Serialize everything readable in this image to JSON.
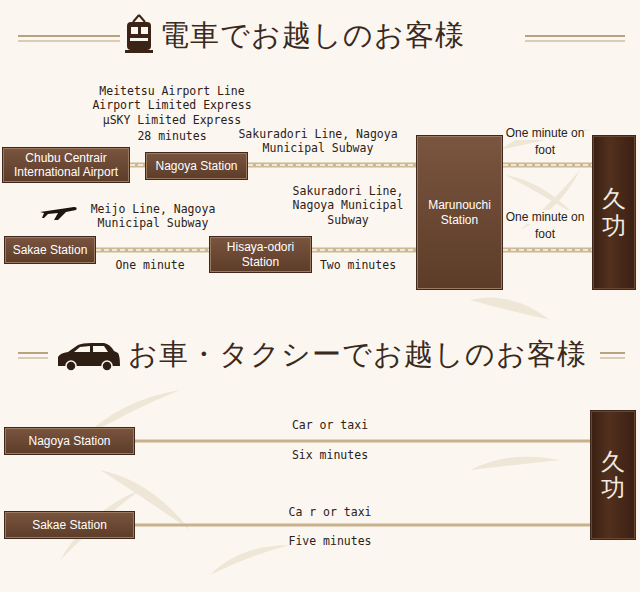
{
  "diagram": {
    "title": "電車でお越しのお客様",
    "nodes": [
      {
        "text": [
          "Chubu Centrair International Airport"
        ]
      },
      {
        "text": [
          "Nagoya Station"
        ]
      },
      {
        "text": [
          "Sakae Station"
        ]
      },
      {
        "text": [
          "Hisaya-odori Station"
        ]
      },
      {
        "text": [
          "Marunouchi Station"
        ]
      },
      {
        "text": [
          "久功"
        ]
      },
      {
        "text": [
          "Nagoya Station"
        ]
      },
      {
        "text": [
          "Sakae Station"
        ]
      },
      {
        "text": [
          "久功"
        ]
      }
    ],
    "edges": [
      {
        "from": 0,
        "to": 1,
        "arrow": "none",
        "label": "28 minutes"
      },
      {
        "from": 1,
        "to": 4,
        "arrow": "none",
        "label": "Sakuradori Line, Nagoya Municipal Subway"
      },
      {
        "from": 4,
        "to": 5,
        "arrow": "none",
        "label": "One minute on foot"
      },
      {
        "from": 2,
        "to": 3,
        "arrow": "none",
        "label": "One minute"
      },
      {
        "from": 3,
        "to": 4,
        "arrow": "none",
        "label": "Two minutes"
      },
      {
        "from": 4,
        "to": 5,
        "arrow": "none",
        "label": "One minute on foot"
      },
      {
        "from": 6,
        "to": 8,
        "arrow": "none",
        "label": "Six minutes"
      },
      {
        "from": 7,
        "to": 8,
        "arrow": "none",
        "label": "Five minutes"
      }
    ],
    "labels": [
      "お車・タクシーでお越しのお客様",
      "Meitetsu Airport Line Airport Limited Express μSKY Limited Express",
      "Meijo Line, Nagoya Municipal Subway",
      "Sakuradori Line, Nagoya Municipal Subway",
      "Car or taxi",
      "Ca r or taxi"
    ]
  }
}
